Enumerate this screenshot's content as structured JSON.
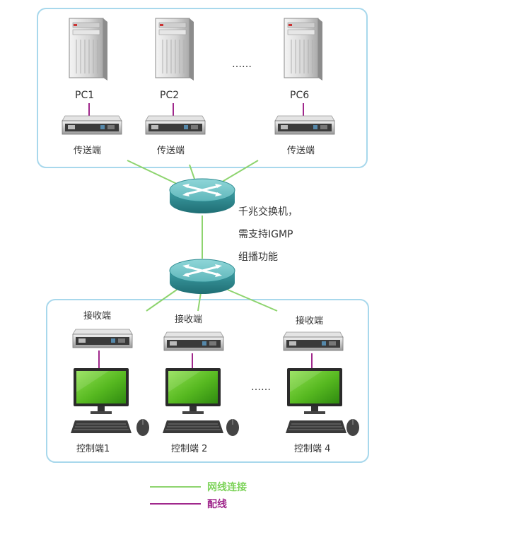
{
  "senders": {
    "pcs": [
      {
        "name": "PC1",
        "device_label": "传送端"
      },
      {
        "name": "PC2",
        "device_label": "传送端"
      },
      {
        "name": "PC6",
        "device_label": "传送端"
      }
    ],
    "ellipsis": "……"
  },
  "switch": {
    "line1": "千兆交换机，",
    "line2": "需支持IGMP",
    "line3": "组播功能"
  },
  "receivers": {
    "items": [
      {
        "device_label": "接收端",
        "console_label": "控制端1"
      },
      {
        "device_label": "接收端",
        "console_label": "控制端 2"
      },
      {
        "device_label": "接收端",
        "console_label": "控制端 4"
      }
    ],
    "ellipsis": "……"
  },
  "legend": {
    "network": {
      "label": "网线连接",
      "color": "#8ed46f"
    },
    "cable": {
      "label": "配线",
      "color": "#a0288c"
    }
  },
  "colors": {
    "frame": "#a8d8ec",
    "switch_top": "#6ec3c6",
    "switch_side": "#2f8c92",
    "monitor_screen": "#62c229"
  }
}
